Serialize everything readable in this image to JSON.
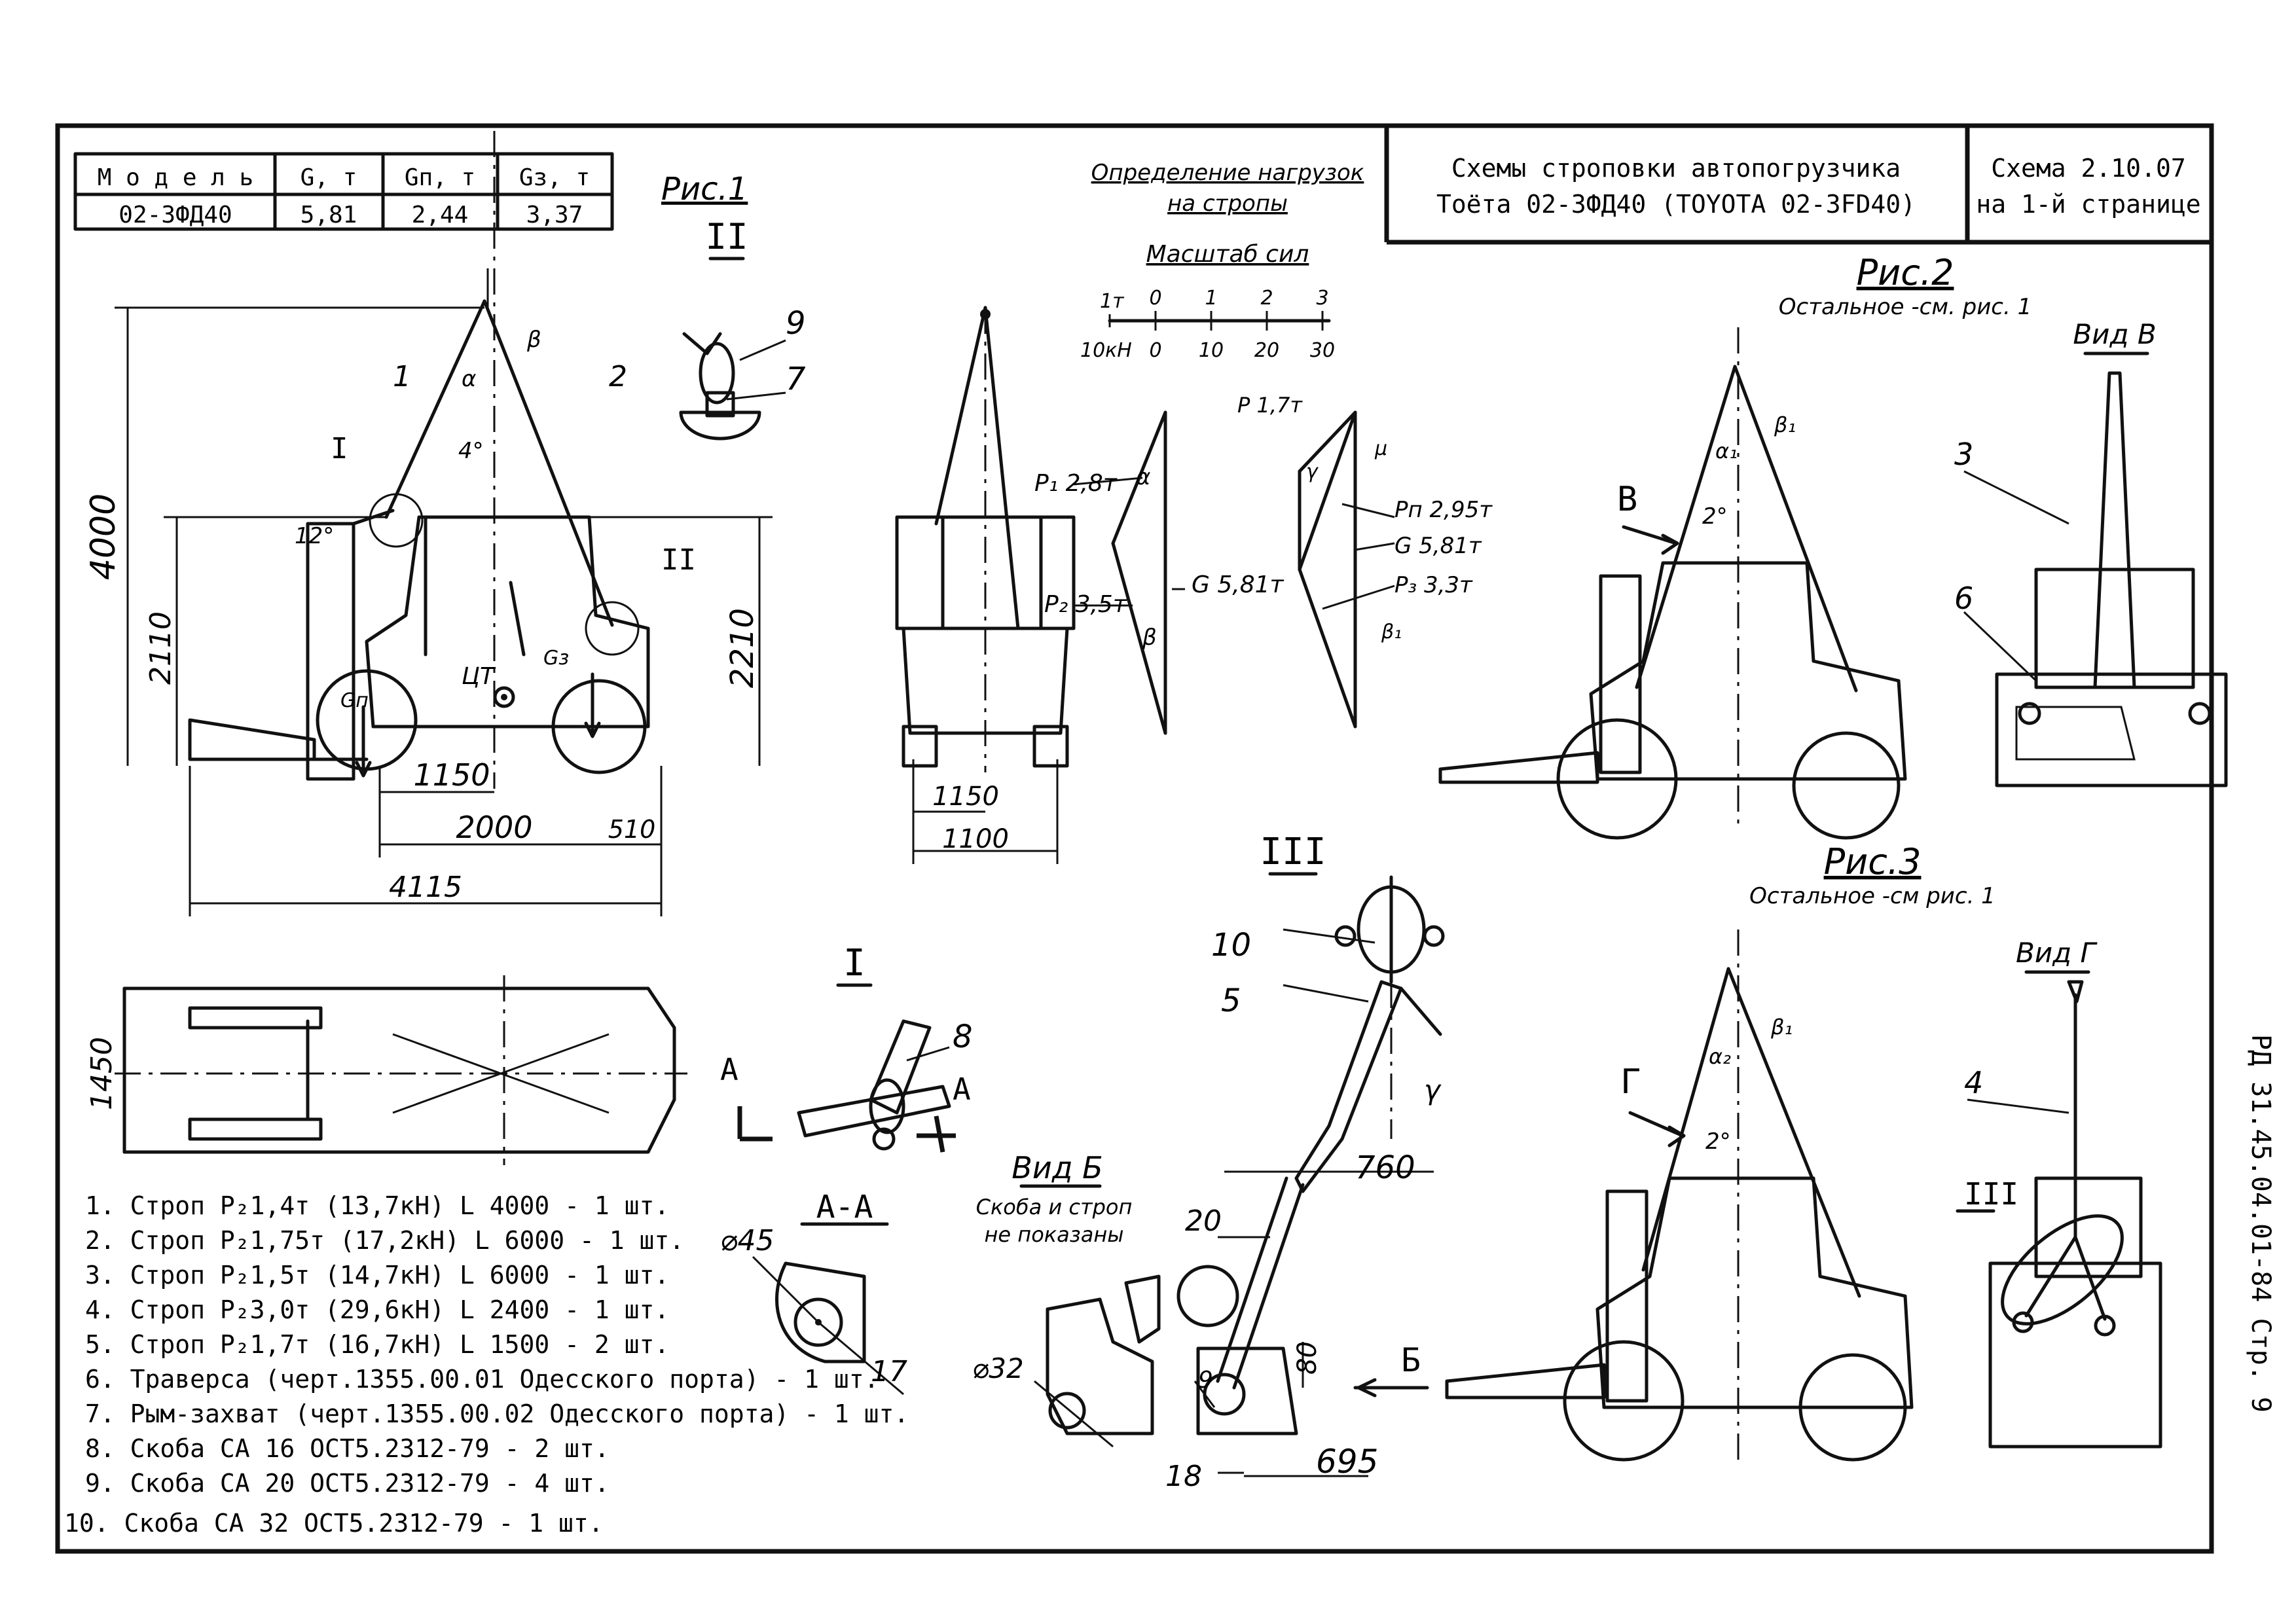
{
  "table": {
    "headers": [
      "М о д е л ь",
      "G, т",
      "Gп, т",
      "Gз, т"
    ],
    "row": [
      "02-3ФД40",
      "5,81",
      "2,44",
      "3,37"
    ]
  },
  "title_block": {
    "section": "Определение нагрузок",
    "section2": "на стропы",
    "title_line1": "Схемы строповки автопогрузчика",
    "title_line2": "Тоёта 02-3ФД40 (TOYOTA 02-3FD40)",
    "scheme_line1": "Схема 2.10.07",
    "scheme_line2": "на 1-й странице"
  },
  "side_text": "РД 31.45.04.01-84  Стр. 9",
  "fig1": {
    "label": "Рис.1",
    "dims": [
      "4000",
      "2110",
      "2210",
      "1150",
      "2000",
      "510",
      "4115",
      "1450"
    ],
    "annotations": [
      "1",
      "2",
      "I",
      "II",
      "4°",
      "12°",
      "α",
      "β",
      "ЦТ",
      "Gп",
      "Gз"
    ]
  },
  "detail2": {
    "label": "II",
    "numbers": [
      "9",
      "7"
    ]
  },
  "front_view": {
    "dims": [
      "1150",
      "1100"
    ]
  },
  "force_scale": {
    "title": "Масштаб сил",
    "top_ticks": [
      "1т",
      "0",
      "1",
      "2",
      "3"
    ],
    "bottom_ticks": [
      "10кН",
      "0",
      "10",
      "20",
      "30"
    ]
  },
  "force_diagram1": {
    "labels": [
      "Р₁ 2,8т",
      "Р₂ 3,5т",
      "G 5,81т",
      "α",
      "β"
    ]
  },
  "force_diagram2": {
    "labels": [
      "Р 1,7т",
      "Рп 2,95т",
      "G 5,81т",
      "Р₃ 3,3т",
      "γ",
      "μ",
      "β₁"
    ]
  },
  "fig2": {
    "label": "Рис.2",
    "note": "Остальное -см. рис. 1",
    "annotations": [
      "В",
      "2°",
      "α₁",
      "β₁"
    ]
  },
  "view_v": {
    "label": "Вид В",
    "numbers": [
      "3",
      "6"
    ]
  },
  "fig3": {
    "label": "Рис.3",
    "note": "Остальное -см рис. 1",
    "annotations": [
      "Г",
      "2°",
      "α₂",
      "β₁"
    ]
  },
  "view_g": {
    "label": "Вид Г",
    "numbers": [
      "4",
      "III"
    ]
  },
  "detail1": {
    "label": "I",
    "numbers": [
      "8"
    ],
    "section_marks": [
      "А",
      "А"
    ]
  },
  "section_aa": {
    "label": "А-А",
    "dims": [
      "⌀45",
      "17"
    ]
  },
  "detail3": {
    "label": "III",
    "numbers": [
      "10",
      "5",
      "9"
    ],
    "dims": [
      "760",
      "20",
      "80",
      "18",
      "695"
    ],
    "angle": "γ",
    "view_mark": "Б"
  },
  "view_b": {
    "label": "Вид Б",
    "note1": "Скоба и строп",
    "note2": "не показаны",
    "dims": [
      "⌀32"
    ]
  },
  "legend": [
    "1. Строп Р₂1,4т (13,7кН) L 4000 - 1 шт.",
    "2. Строп Р₂1,75т (17,2кН) L 6000 - 1 шт.",
    "3. Строп Р₂1,5т (14,7кН) L 6000  - 1 шт.",
    "4. Строп Р₂3,0т (29,6кН) L 2400  - 1 шт.",
    "5. Строп Р₂1,7т (16,7кН) L 1500  - 2 шт.",
    "6. Траверса (черт.1355.00.01 Одесского порта) - 1 шт.",
    "7. Рым-захват (черт.1355.00.02 Одесского порта) - 1 шт.",
    "8. Скоба СА 16 ОСТ5.2312-79 - 2 шт.",
    "9. Скоба СА 20 ОСТ5.2312-79 - 4 шт.",
    "10. Скоба СА 32 ОСТ5.2312-79 - 1 шт."
  ]
}
